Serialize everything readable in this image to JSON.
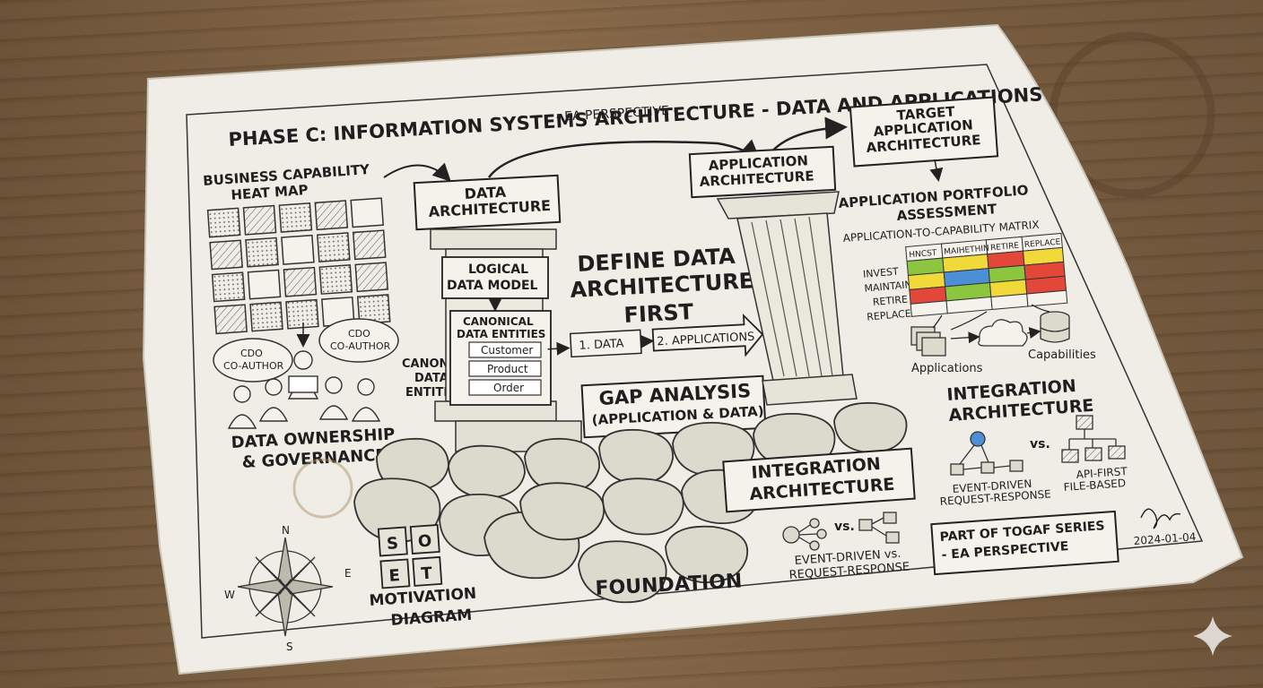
{
  "header": {
    "title": "PHASE C: INFORMATION SYSTEMS ARCHITECTURE - DATA AND APPLICATIONS",
    "subtitle": "- EA PERSPECTIVE -"
  },
  "heat_map": {
    "title_line1": "BUSINESS CAPABILITY",
    "title_line2": "HEAT MAP"
  },
  "people": {
    "cdo_left_1": "CDO",
    "cdo_left_2": "CO-AUTHOR",
    "cdo_right_1": "CDO",
    "cdo_right_2": "CO-AUTHOR",
    "canonical_1": "CANONICAL",
    "canonical_2": "DATA",
    "canonical_3": "ENTITIES",
    "ownership_1": "DATA OWNERSHIP",
    "ownership_2": "& GOVERNANCE"
  },
  "data_pillar": {
    "title_1": "DATA",
    "title_2": "ARCHITECTURE",
    "logical_1": "LOGICAL",
    "logical_2": "DATA MODEL",
    "canonical_1": "CANONICAL",
    "canonical_2": "DATA ENTITIES",
    "entities": [
      "Customer",
      "Product",
      "Order"
    ]
  },
  "center": {
    "headline_1": "DEFINE DATA",
    "headline_2": "ARCHITECTURE",
    "headline_3": "FIRST",
    "step1": "1. DATA",
    "step2": "2. APPLICATIONS",
    "gap_1": "GAP ANALYSIS",
    "gap_2": "(APPLICATION & DATA)",
    "foundation": "FOUNDATION"
  },
  "app_pillar": {
    "title_1": "APPLICATION",
    "title_2": "ARCHITECTURE"
  },
  "target": {
    "line1": "TARGET",
    "line2": "APPLICATION",
    "line3": "ARCHITECTURE"
  },
  "portfolio": {
    "title_1": "APPLICATION PORTFOLIO",
    "title_2": "ASSESSMENT",
    "matrix_title": "APPLICATION-TO-CAPABILITY MATRIX",
    "columns": [
      "HNCST",
      "MAIHETHIN",
      "RETIRE",
      "REPLACE"
    ],
    "rows": [
      "INVEST",
      "MAINTAIN",
      "RETIRE",
      "REPLACE"
    ],
    "applications": "Applications",
    "capabilities": "Capabilities"
  },
  "integration_right": {
    "title_1": "INTEGRATION",
    "title_2": "ARCHITECTURE",
    "vs": "vs.",
    "left_1": "EVENT-DRIVEN",
    "left_2": "REQUEST-RESPONSE",
    "right_1": "API-FIRST",
    "right_2": "FILE-BASED"
  },
  "integration_bottom": {
    "title_1": "INTEGRATION",
    "title_2": "ARCHITECTURE",
    "vs": "vs.",
    "caption_1": "EVENT-DRIVEN vs.",
    "caption_2": "REQUEST-RESPONSE"
  },
  "motivation": {
    "letters": [
      "S",
      "O",
      "E",
      "T"
    ],
    "caption_1": "MOTIVATION",
    "caption_2": "DIAGRAM"
  },
  "compass": {
    "n": "N",
    "e": "E",
    "s": "S",
    "w": "W"
  },
  "footer": {
    "series_1": "PART OF TOGAF SERIES",
    "series_2": "- EA PERSPECTIVE",
    "date": "2024-01-04"
  },
  "colors": {
    "paper": "#efede6",
    "ink": "#1e1e1e",
    "wood": "#7d6247",
    "green": "#8cc63f",
    "yellow": "#f2d93a",
    "red": "#e2473a",
    "blue": "#4d8fd6"
  }
}
